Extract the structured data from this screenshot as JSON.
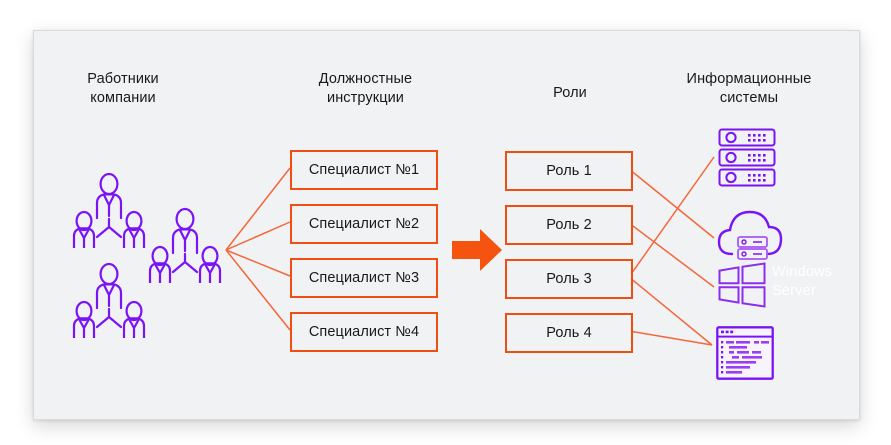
{
  "theme": {
    "page_bg": "#ffffff",
    "card_bg": "#f1f2f4",
    "card_border": "#d8dadd",
    "accent_orange": "#f04e13",
    "connector_orange": "#f4673a",
    "icon_purple": "#7a14f5",
    "icon_purple_light": "#a855f7",
    "text_dark": "#18191b",
    "text_on_dark": "#ffffff"
  },
  "columns": [
    {
      "id": "employees",
      "title_line1": "Работники",
      "title_line2": "компании"
    },
    {
      "id": "job_desc",
      "title_line1": "Должностные",
      "title_line2": "инструкции"
    },
    {
      "id": "roles",
      "title_line1": "Роли",
      "title_line2": ""
    },
    {
      "id": "systems",
      "title_line1": "Информационные",
      "title_line2": "системы"
    }
  ],
  "employee_groups": [
    {
      "name": "employee-group-1"
    },
    {
      "name": "employee-group-2"
    },
    {
      "name": "employee-group-3"
    }
  ],
  "job_descriptions": [
    {
      "label": "Специалист №1"
    },
    {
      "label": "Специалист №2"
    },
    {
      "label": "Специалист №3"
    },
    {
      "label": "Специалист №4"
    }
  ],
  "roles": [
    {
      "label": "Роль 1"
    },
    {
      "label": "Роль 2"
    },
    {
      "label": "Роль 3"
    },
    {
      "label": "Роль 4"
    }
  ],
  "systems": [
    {
      "id": "server-stack",
      "icon": "server-stack-icon",
      "label": ""
    },
    {
      "id": "cloud",
      "icon": "cloud-server-icon",
      "label": ""
    },
    {
      "id": "windows-server",
      "icon": "windows-logo-icon",
      "label": "Windows Server",
      "label_line1": "Windows",
      "label_line2": "Server"
    },
    {
      "id": "code-editor",
      "icon": "code-window-icon",
      "label": ""
    }
  ],
  "flow_arrow": {
    "name": "flow-arrow-icon",
    "direction": "right"
  },
  "connections": {
    "employees_to_jobs": [
      {
        "from": "employee-cluster",
        "to": "Специалист №1"
      },
      {
        "from": "employee-cluster",
        "to": "Специалист №2"
      },
      {
        "from": "employee-cluster",
        "to": "Специалист №3"
      },
      {
        "from": "employee-cluster",
        "to": "Специалист №4"
      }
    ],
    "roles_to_systems": [
      {
        "from": "Роль 1",
        "to": "cloud"
      },
      {
        "from": "Роль 2",
        "to": "windows-server"
      },
      {
        "from": "Роль 3",
        "to": "server-stack"
      },
      {
        "from": "Роль 3",
        "to": "code-editor"
      },
      {
        "from": "Роль 4",
        "to": "code-editor"
      }
    ]
  }
}
